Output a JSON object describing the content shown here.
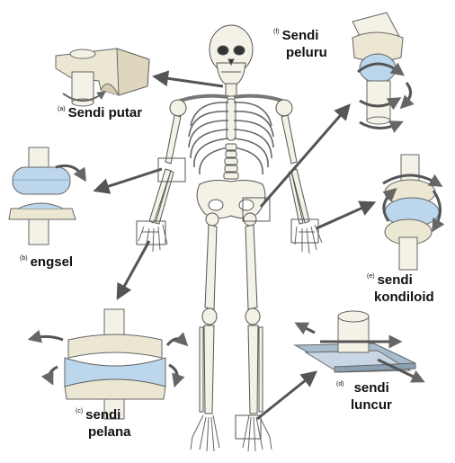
{
  "labels": {
    "a": {
      "letter": "(a)",
      "text": "Sendi putar"
    },
    "b": {
      "letter": "(b)",
      "text": "engsel"
    },
    "c": {
      "letter": "(c)",
      "text": "sendi",
      "text2": "pelana"
    },
    "d": {
      "letter": "(d)",
      "text": "sendi",
      "text2": "luncur"
    },
    "e": {
      "letter": "(e)",
      "text": "sendi",
      "text2": "kondiloid"
    },
    "f": {
      "letter": "(f)",
      "text": "Sendi",
      "text2": "peluru"
    }
  },
  "colors": {
    "bone": "#f4f1e6",
    "bone_outline": "#555555",
    "joint_fill": "#ece7d3",
    "joint_blue": "#bcd6ec",
    "arrow": "#555555",
    "glide_plate": "#a8bccd"
  }
}
